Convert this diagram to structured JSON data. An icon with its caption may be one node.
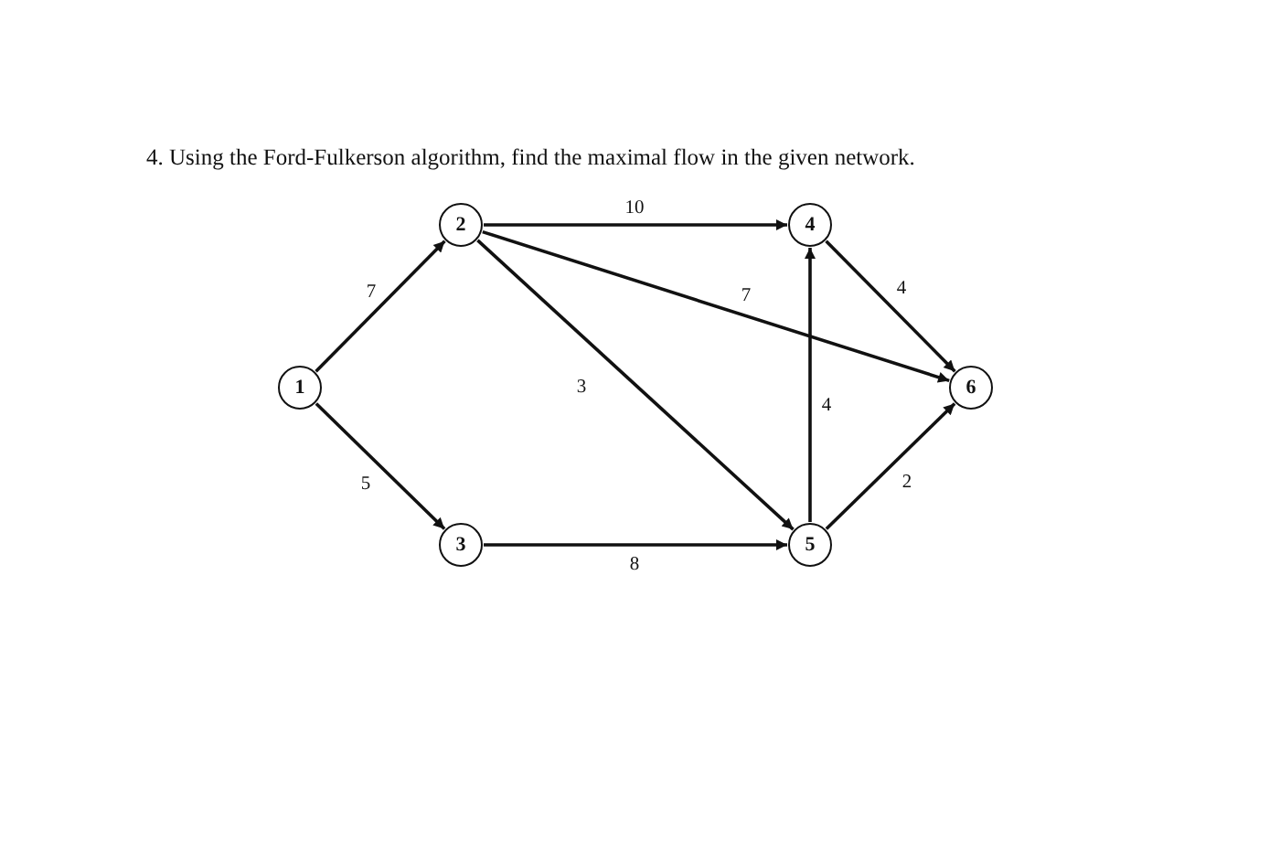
{
  "diagram": {
    "title": "4. Using the Ford-Fulkerson algorithm, find the maximal flow in the given network.",
    "nodes": [
      {
        "text": [
          "1"
        ]
      },
      {
        "text": [
          "2"
        ]
      },
      {
        "text": [
          "3"
        ]
      },
      {
        "text": [
          "4"
        ]
      },
      {
        "text": [
          "5"
        ]
      },
      {
        "text": [
          "6"
        ]
      }
    ],
    "edges": [
      {
        "from": 0,
        "to": 1,
        "arrow": "to",
        "label": "7"
      },
      {
        "from": 0,
        "to": 2,
        "arrow": "to",
        "label": "5"
      },
      {
        "from": 1,
        "to": 3,
        "arrow": "to",
        "label": "10"
      },
      {
        "from": 1,
        "to": 5,
        "arrow": "to",
        "label": "7"
      },
      {
        "from": 1,
        "to": 4,
        "arrow": "to",
        "label": "3"
      },
      {
        "from": 2,
        "to": 4,
        "arrow": "to",
        "label": "8"
      },
      {
        "from": 4,
        "to": 3,
        "arrow": "to",
        "label": "4"
      },
      {
        "from": 3,
        "to": 5,
        "arrow": "to",
        "label": "4"
      },
      {
        "from": 4,
        "to": 5,
        "arrow": "to",
        "label": "2"
      }
    ]
  }
}
